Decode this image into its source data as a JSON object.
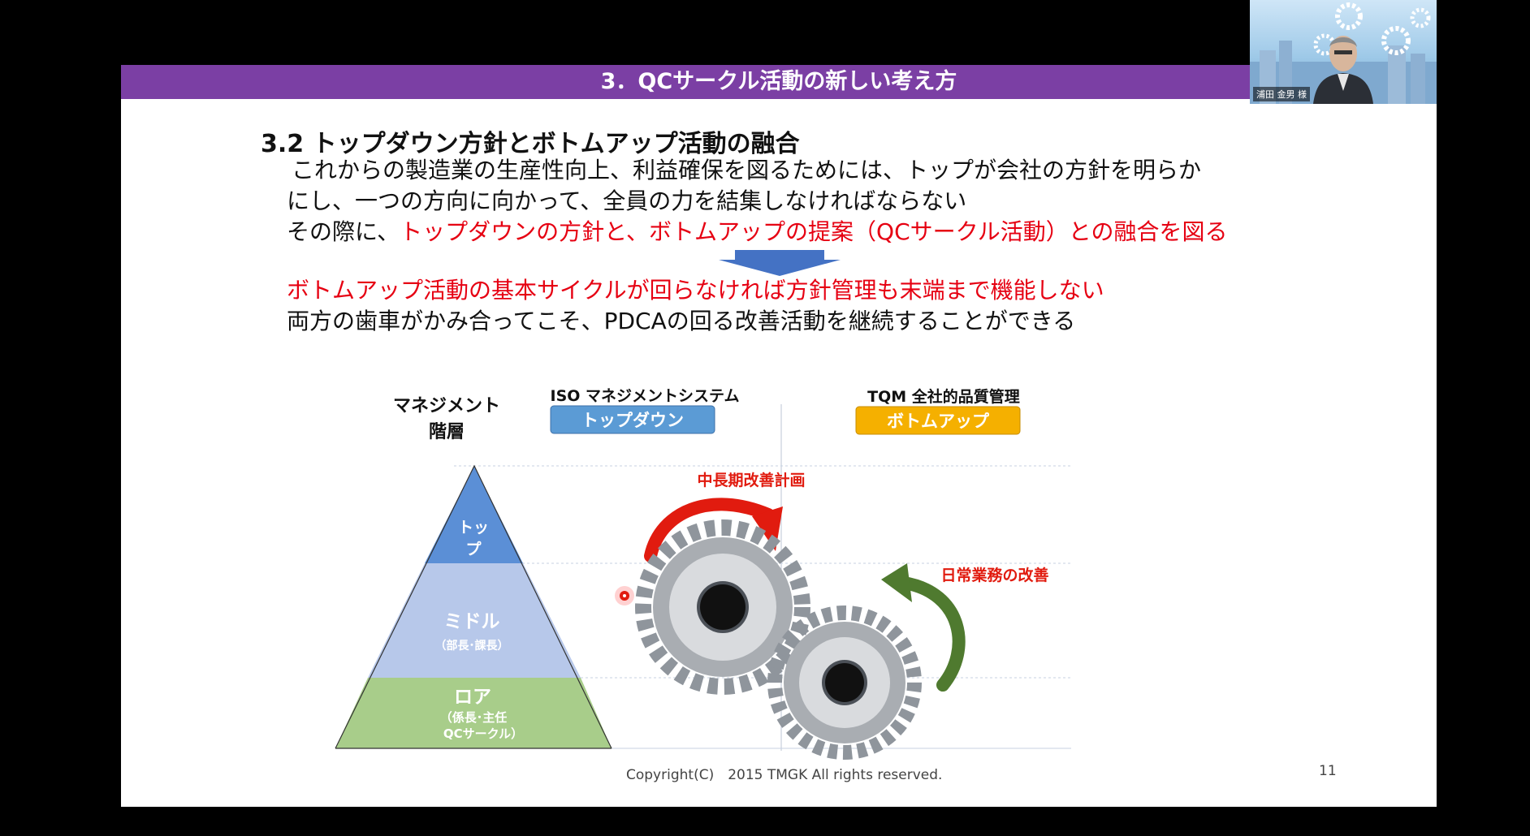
{
  "slide": {
    "title": "3．QCサークル活動の新しい考え方",
    "heading": "3.2 トップダウン方針とボトムアップ活動の融合",
    "para1": "これからの製造業の生産性向上、利益確保を図るためには、トップが会社の方針を明らか",
    "para2": "にし、一つの方向に向かって、全員の力を結集しなければならない",
    "para3_prefix": "その際に、",
    "para3_red": "トップダウンの方針と、ボトムアップの提案（QCサークル活動）との融合を図る",
    "para4": "ボトムアップ活動の基本サイクルが回らなければ方針管理も末端まで機能しない",
    "para5": "両方の歯車がかみ合ってこそ、PDCAの回る改善活動を継続することができる",
    "footer": "Copyright(C)　2015 TMGK All rights reserved.",
    "page_number": "11"
  },
  "diagram": {
    "mgmt_label_1": "マネジメント",
    "mgmt_label_2": "階層",
    "iso_label": "ISO マネジメントシステム",
    "topdown_label": "トップダウン",
    "tqm_label": "TQM 全社的品質管理",
    "bottomup_label": "ボトムアップ",
    "top_1": "トッ",
    "top_2": "プ",
    "middle": "ミドル",
    "middle_sub": "（部長･課長）",
    "lower": "ロア",
    "lower_sub1": "（係長･主任",
    "lower_sub2": "QCサークル）",
    "plan_label": "中長期改善計画",
    "daily_label": "日常業務の改善"
  },
  "video": {
    "participant_name": "浦田 金男 様"
  },
  "colors": {
    "title_bar": "#7b3fa4",
    "accent_red": "#e60012",
    "topdown": "#5b9bd5",
    "bottomup": "#f5b000",
    "pyramid_top": "#5b8fd6",
    "pyramid_middle": "#b7c8ea",
    "pyramid_lower": "#a8cd8a"
  }
}
